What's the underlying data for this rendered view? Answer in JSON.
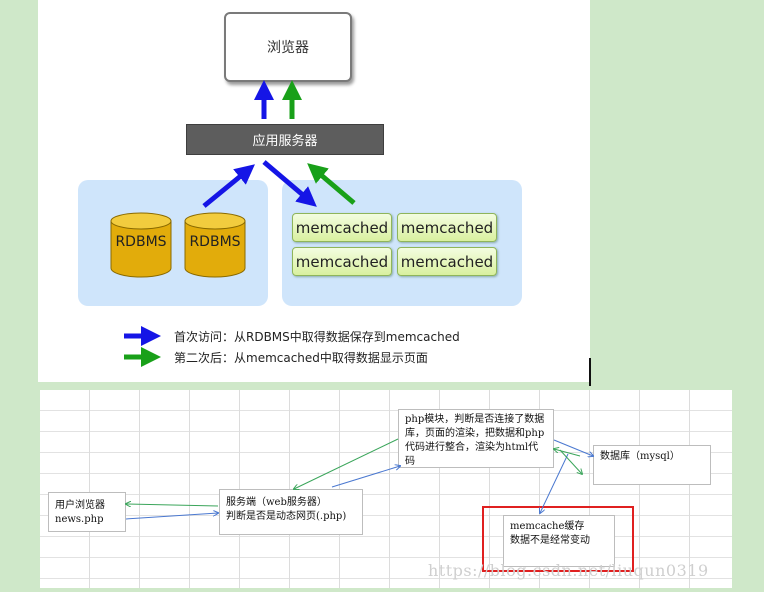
{
  "top_diagram": {
    "browser_label": "浏览器",
    "app_server_label": "应用服务器",
    "databases": [
      "RDBMS",
      "RDBMS"
    ],
    "memcached_nodes": [
      "memcached",
      "memcached",
      "memcached",
      "memcached"
    ],
    "legend": [
      {
        "text": "首次访问：从RDBMS中取得数据保存到memcached",
        "color": "#1515e6"
      },
      {
        "text": "第二次后：从memcached中取得数据显示页面",
        "color": "#19a019"
      }
    ]
  },
  "bottom_diagram": {
    "user_browser": {
      "line1": "用户浏览器",
      "line2": "news.php"
    },
    "web_server": {
      "line1": "服务端（web服务器）",
      "line2": "判断是否是动态网页(.php)"
    },
    "php_module": {
      "lines": [
        "php模块，判断是否连接了数据",
        "库，页面的渲染，把数据和php",
        "代码进行整合，渲染为html代码"
      ]
    },
    "database": {
      "label": "数据库（mysql）"
    },
    "memcache": {
      "line1": "memcache缓存",
      "line2": "数据不是经常变动"
    }
  },
  "colors": {
    "blue_arrow": "#1515e6",
    "green_arrow": "#19a019",
    "highlight": "#e02020",
    "thin_blue": "#4a78d0",
    "thin_green": "#3aa55a"
  },
  "watermark": "https://blog.csdn.net/liuqun0319"
}
